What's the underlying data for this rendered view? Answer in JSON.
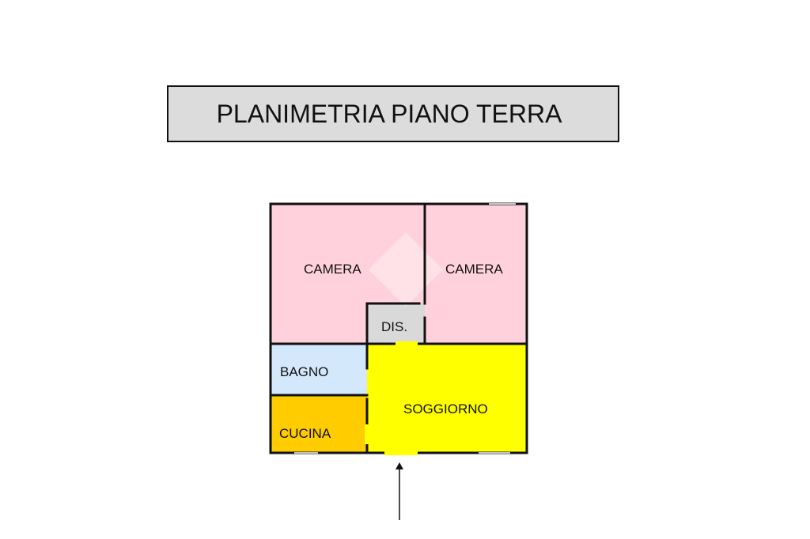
{
  "title": "PLANIMETRIA PIANO TERRA",
  "rooms": {
    "camera_left": {
      "label": "CAMERA",
      "color": "#ffd1dc"
    },
    "camera_right": {
      "label": "CAMERA",
      "color": "#ffd1dc"
    },
    "disimpegno": {
      "label": "DIS.",
      "color": "#d9d9d9"
    },
    "bagno": {
      "label": "BAGNO",
      "color": "#d4e8fb"
    },
    "cucina": {
      "label": "CUCINA",
      "color": "#ffcc00"
    },
    "soggiorno": {
      "label": "SOGGIORNO",
      "color": "#ffff00"
    }
  },
  "colors": {
    "wall": "#111111",
    "title_bg": "#dcdcdc",
    "door_gap": "#ffff00"
  },
  "icons": {
    "entrance": "entrance-arrow-icon",
    "watermark": "house-logo-watermark"
  }
}
